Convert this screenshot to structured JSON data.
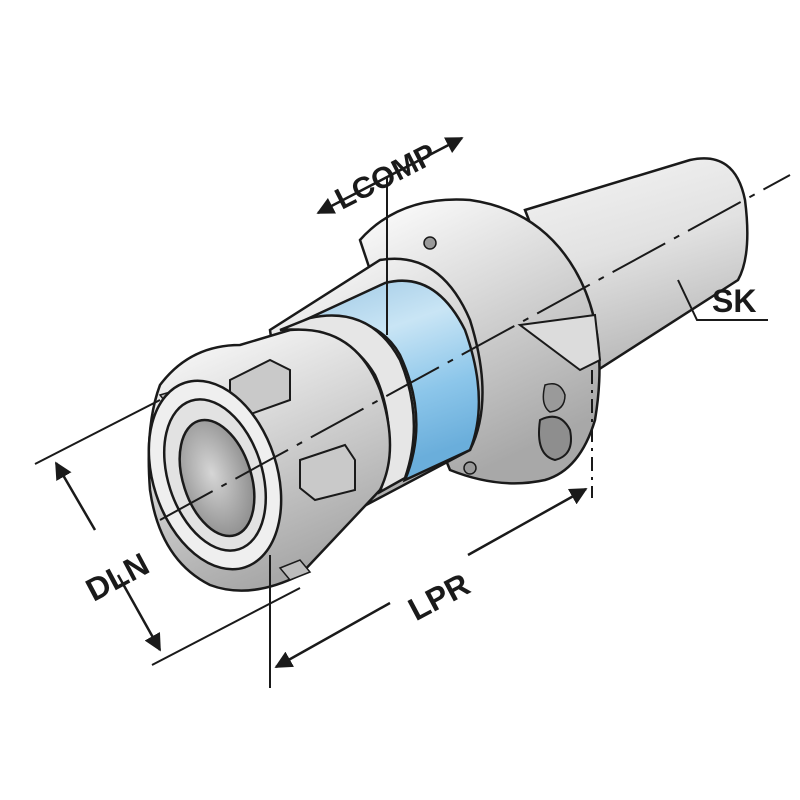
{
  "diagram": {
    "subject": "SK tool holder with ER collet chuck",
    "labels": {
      "lcomp": "LCOMP",
      "sk": "SK",
      "dln": "DLN",
      "lpr": "LPR"
    },
    "colors": {
      "outline": "#1a1a1a",
      "metal_light": "#eeeeee",
      "metal_mid": "#cfcfcf",
      "metal_dark": "#9a9a9a",
      "band_blue": "#8fc4e6",
      "band_blue_light": "#c7e3f4",
      "background": "#ffffff"
    }
  }
}
